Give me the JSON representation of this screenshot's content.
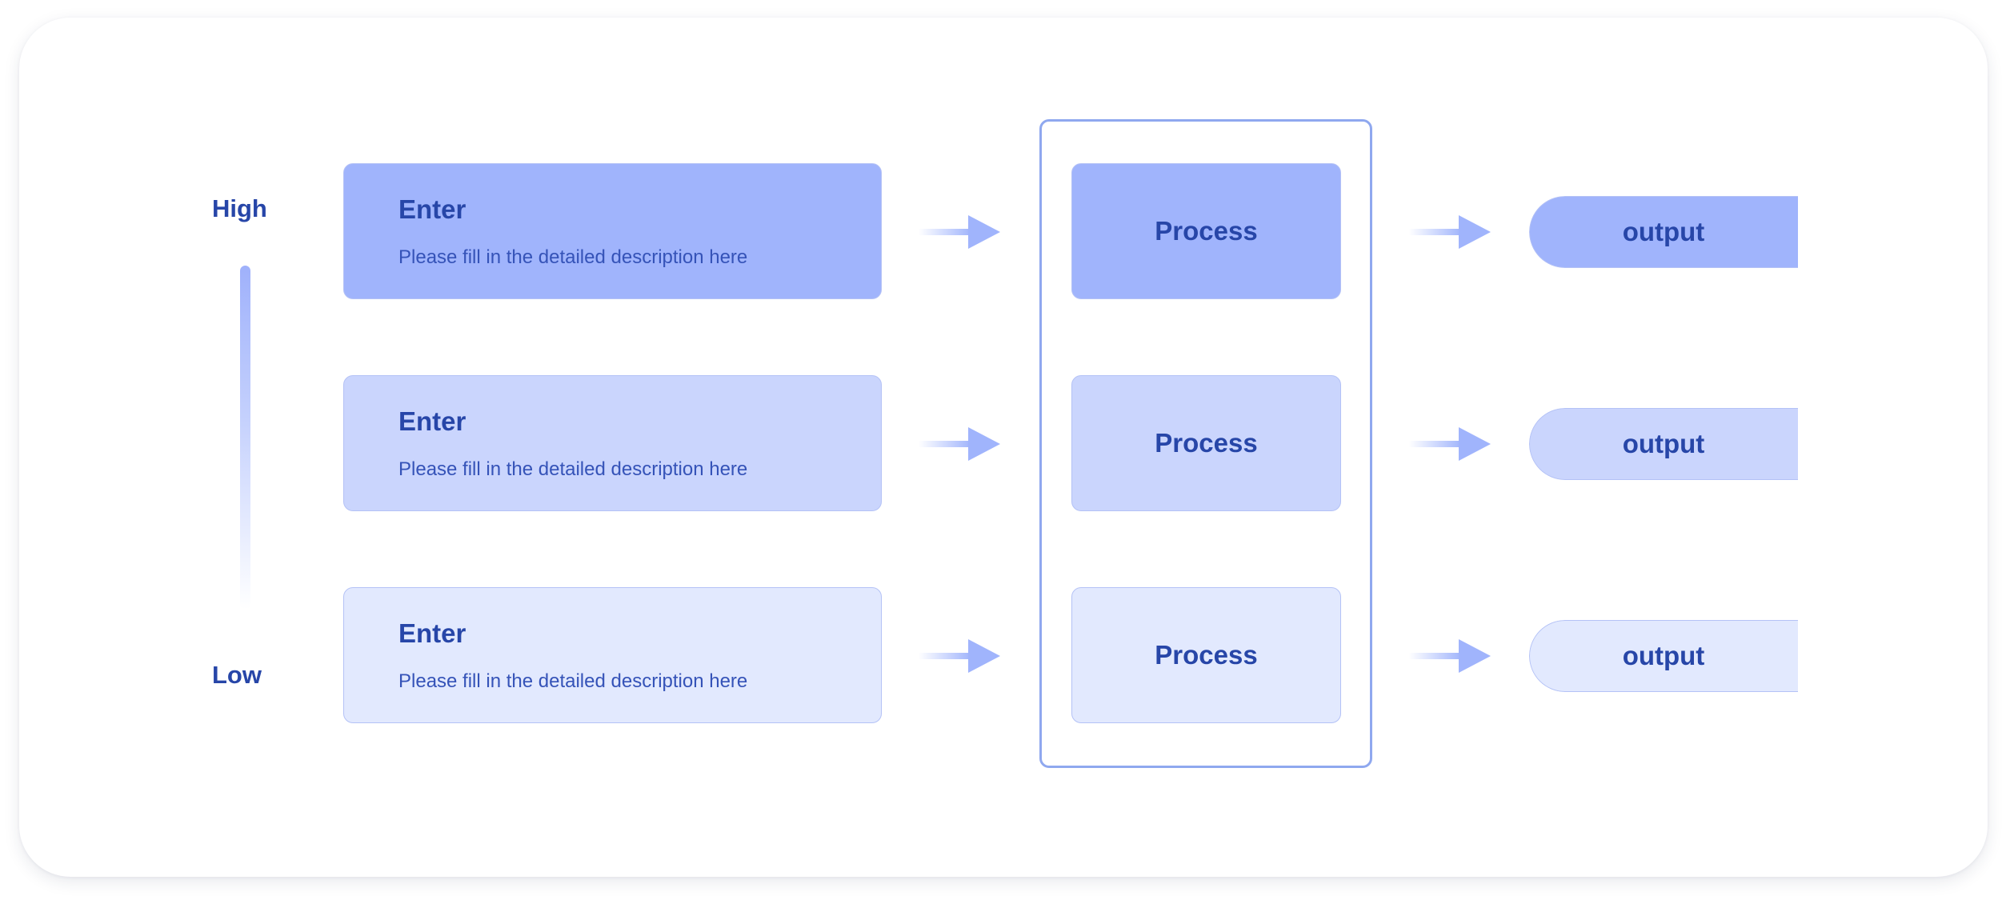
{
  "levels": {
    "high": "High",
    "low": "Low"
  },
  "rows": [
    {
      "enter": {
        "title": "Enter",
        "description": "Please fill in the detailed description here"
      },
      "process": "Process",
      "output": "output"
    },
    {
      "enter": {
        "title": "Enter",
        "description": "Please fill in the detailed description here"
      },
      "process": "Process",
      "output": "output"
    },
    {
      "enter": {
        "title": "Enter",
        "description": "Please fill in the detailed description here"
      },
      "process": "Process",
      "output": "output"
    }
  ],
  "colors": {
    "text": "#2746a8",
    "frame": "#8fa8ef",
    "level_high": "#a0b4fc",
    "level_mid": "#cad5fd",
    "level_low": "#e2e9fe"
  }
}
